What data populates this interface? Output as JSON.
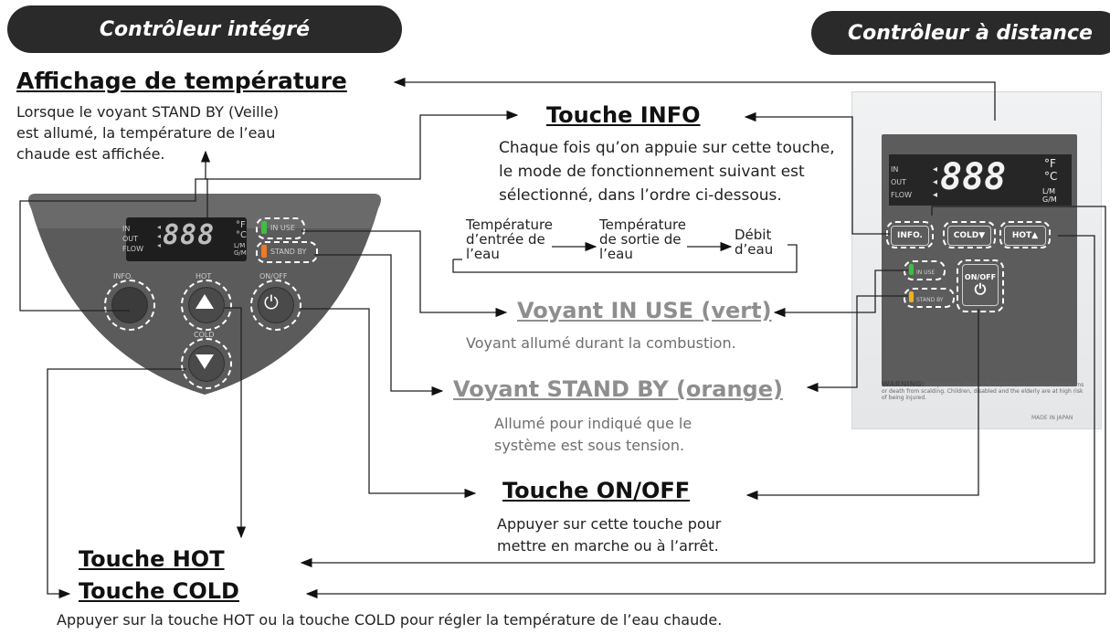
{
  "headers": {
    "integrated": "Contrôleur intégré",
    "remote": "Contrôleur à distance"
  },
  "temp_display": {
    "title": "Affichage de température",
    "desc_line1": "Lorsque le voyant STAND BY (Veille)",
    "desc_line2": "est allumé, la température de l’eau",
    "desc_line3": "chaude est affichée."
  },
  "info_key": {
    "title": "Touche INFO",
    "desc_line1": "Chaque fois qu’on appuie sur cette touche,",
    "desc_line2": "le mode de fonctionnement suivant est",
    "desc_line3": "sélectionné, dans l’ordre ci-dessous.",
    "sequence": {
      "step1_line1": "Température",
      "step1_line2": "d’entrée de",
      "step1_line3": "l’eau",
      "step2_line1": "Température",
      "step2_line2": "de sortie de",
      "step2_line3": "l’eau",
      "step3_line1": "Débit",
      "step3_line2": "d’eau"
    }
  },
  "in_use_lamp": {
    "title": "Voyant IN USE (vert)",
    "desc": "Voyant allumé durant la combustion."
  },
  "standby_lamp": {
    "title": "Voyant STAND BY (orange)",
    "desc_line1": "Allumé pour indiqué que le",
    "desc_line2": "système est sous tension."
  },
  "onoff_key": {
    "title": "Touche ON/OFF",
    "desc_line1": "Appuyer sur cette touche pour",
    "desc_line2": "mettre en marche ou à l’arrêt."
  },
  "hot_key": {
    "title": "Touche HOT"
  },
  "cold_key": {
    "title": "Touche COLD"
  },
  "footer_note": "Appuyer sur la touche HOT ou la touche COLD pour régler la température de l’eau chaude.",
  "integrated_panel": {
    "lbl_in": "IN",
    "lbl_out": "OUT",
    "lbl_flow": "FLOW",
    "digits": "888",
    "unit_f": "°F",
    "unit_c": "°C",
    "unit_lm": "L/M",
    "unit_gm": "G/M",
    "lamp_in_use": "IN USE",
    "lamp_standby": "STAND BY",
    "btn_info": "INFO.",
    "btn_hot": "HOT",
    "btn_onoff": "ON/OFF",
    "btn_cold": "COLD",
    "led_green": "#3fbf3f",
    "led_orange": "#f07a22"
  },
  "remote_panel": {
    "lbl_in": "IN",
    "lbl_out": "OUT",
    "lbl_flow": "FLOW",
    "digits": "888",
    "unit_f": "°F",
    "unit_c": "°C",
    "unit_lm": "L/M",
    "unit_gm": "G/M",
    "btn_info": "INFO.",
    "btn_cold": "COLD▼",
    "btn_hot": "HOT▲",
    "lamp_in_use": "IN USE",
    "lamp_standby": "STAND BY",
    "btn_onoff": "ON/OFF",
    "warning_bold": "WARNING:",
    "warning_text": "Temperature above 125°F (52°C) can cause severe burns or death from scalding. Children, disabled and the elderly are at high risk of being injured.",
    "made_in": "MADE IN JAPAN"
  }
}
